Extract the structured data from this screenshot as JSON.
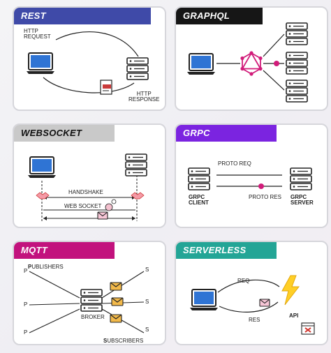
{
  "colors": {
    "rest": "#3f4aa8",
    "graphql": "#161616",
    "websocket": "#c9c9c9",
    "grpc": "#7b24e0",
    "mqtt": "#c2127d",
    "serverless": "#23a596",
    "graphql_accent": "#d11c7a",
    "lightning": "#ffcf26"
  },
  "rest": {
    "title": "REST",
    "http_request": "HTTP\nREQUEST",
    "http_response": "HTTP\nRESPONSE",
    "icons": [
      "laptop-icon",
      "server-icon",
      "document-icon"
    ]
  },
  "graphql": {
    "title": "GRAPHQL",
    "icons": [
      "laptop-icon",
      "graphql-logo-icon",
      "server-icon"
    ]
  },
  "websocket": {
    "title": "WEBSOCKET",
    "handshake": "HANDSHAKE",
    "web_socket": "WEB SOCKET",
    "icons": [
      "laptop-icon",
      "server-icon",
      "handshake-icon",
      "chat-bubble-icon"
    ]
  },
  "grpc": {
    "title": "GRPC",
    "proto_req": "PROTO REQ",
    "proto_res": "PROTO RES",
    "client": "GRPC\nCLIENT",
    "server": "GRPC\nSERVER",
    "icons": [
      "server-icon"
    ]
  },
  "mqtt": {
    "title": "MQTT",
    "publishers_initial": "P",
    "publishers_rest": "UBLISHERS",
    "p": "P",
    "s": "S",
    "broker": "BROKER",
    "subscribers_initial": "S",
    "subscribers_rest": "UBSCRIBERS",
    "icons": [
      "server-icon",
      "envelope-icon"
    ]
  },
  "serverless": {
    "title": "SERVERLESS",
    "req": "REQ",
    "res": "RES",
    "api": "API",
    "icons": [
      "laptop-icon",
      "lightning-icon",
      "envelope-icon",
      "error-window-icon"
    ]
  }
}
